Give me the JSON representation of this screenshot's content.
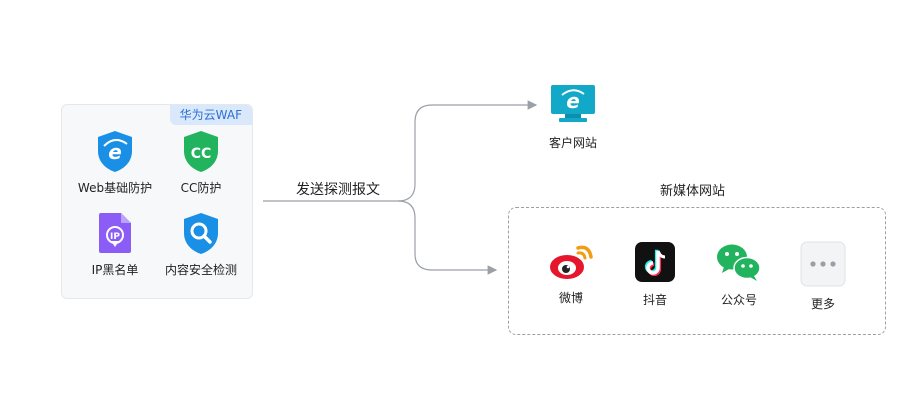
{
  "waf": {
    "badge": "华为云WAF",
    "features": [
      {
        "label": "Web基础防护",
        "icon": "ie-shield-icon"
      },
      {
        "label": "CC防护",
        "icon": "cc-shield-icon"
      },
      {
        "label": "IP黑名单",
        "icon": "ip-doc-icon"
      },
      {
        "label": "内容安全检测",
        "icon": "search-shield-icon"
      }
    ]
  },
  "flow": {
    "label": "发送探测报文"
  },
  "customer_site": {
    "label": "客户网站",
    "icon": "monitor-ie-icon"
  },
  "media": {
    "title": "新媒体网站",
    "items": [
      {
        "label": "微博",
        "icon": "weibo-icon"
      },
      {
        "label": "抖音",
        "icon": "douyin-icon"
      },
      {
        "label": "公众号",
        "icon": "wechat-icon"
      },
      {
        "label": "更多",
        "icon": "more-icon"
      }
    ]
  },
  "colors": {
    "blue": "#1a8fe6",
    "green": "#22b35e",
    "purple": "#8b5cf6",
    "connector": "#9aa0a6"
  }
}
